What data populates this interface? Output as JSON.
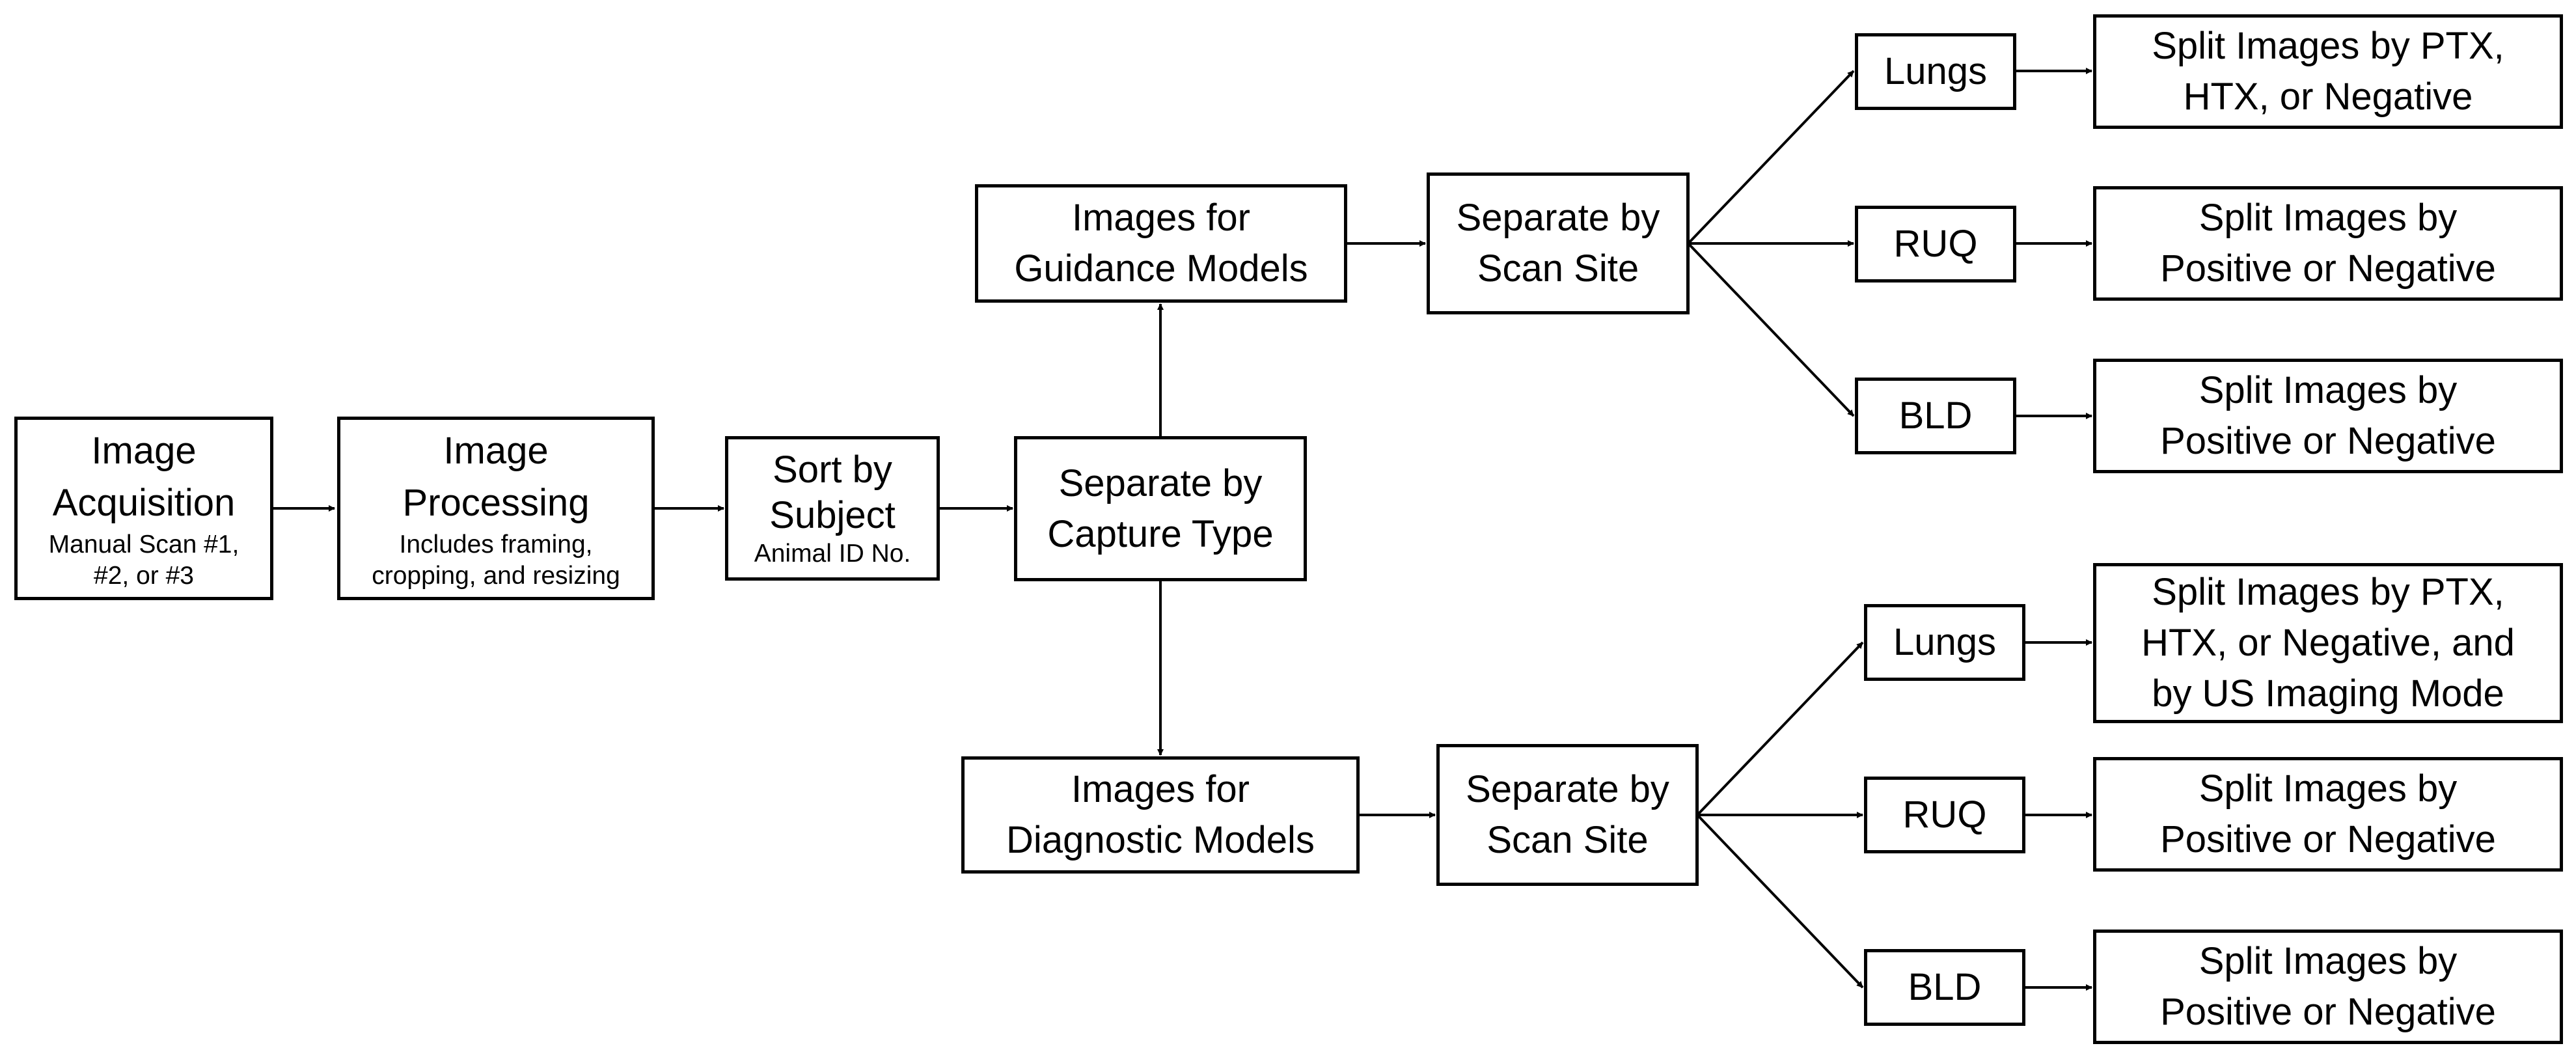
{
  "acquisition": {
    "title": "Image\nAcquisition",
    "sub": "Manual Scan #1,\n#2, or #3"
  },
  "processing": {
    "title": "Image\nProcessing",
    "sub": "Includes framing,\ncropping, and resizing"
  },
  "sort": {
    "title": "Sort by\nSubject",
    "sub": "Animal ID No."
  },
  "capture": {
    "title": "Separate by\nCapture Type"
  },
  "guidance": {
    "images": "Images for\nGuidance Models",
    "site": "Separate by\nScan Site",
    "branches": [
      {
        "site": "Lungs",
        "split": "Split Images by PTX,\nHTX, or Negative"
      },
      {
        "site": "RUQ",
        "split": "Split Images by\nPositive or Negative"
      },
      {
        "site": "BLD",
        "split": "Split Images by\nPositive or Negative"
      }
    ]
  },
  "diagnostic": {
    "images": "Images for\nDiagnostic Models",
    "site": "Separate by\nScan Site",
    "branches": [
      {
        "site": "Lungs",
        "split": "Split Images by PTX,\nHTX, or Negative, and\nby US Imaging Mode"
      },
      {
        "site": "RUQ",
        "split": "Split Images by\nPositive or Negative"
      },
      {
        "site": "BLD",
        "split": "Split Images by\nPositive or Negative"
      }
    ]
  }
}
